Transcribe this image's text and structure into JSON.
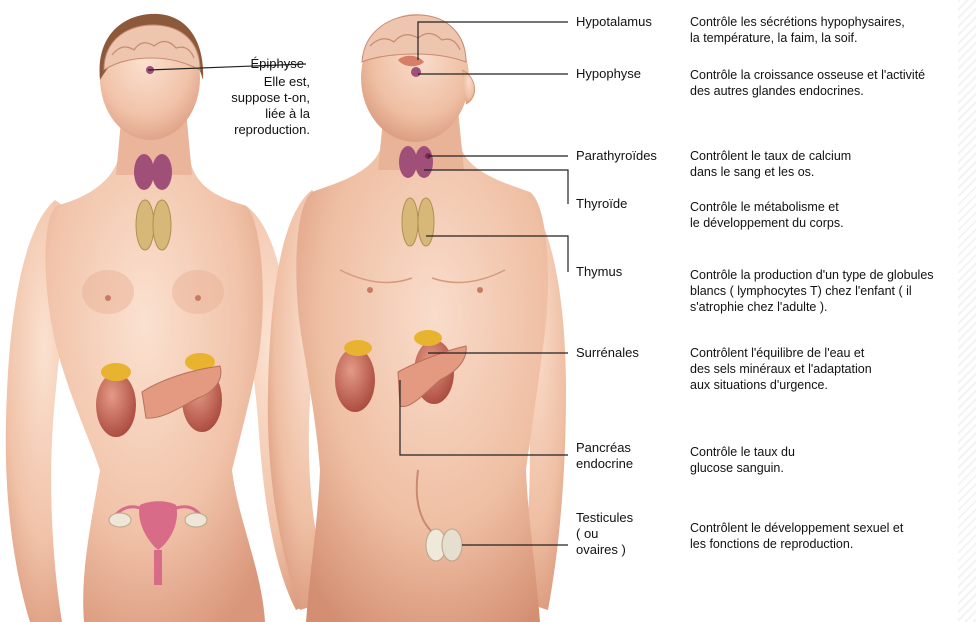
{
  "epiphyse": {
    "name": "Épiphyse",
    "note": "Elle est,\nsuppose t-on,\nliée à la\nreproduction."
  },
  "glands": [
    {
      "name": "Hypotalamus",
      "description": "Contrôle les sécrétions hypophysaires,\nla température, la faim, la soif."
    },
    {
      "name": "Hypophyse",
      "description": "Contrôle la croissance osseuse et l'activité\ndes autres glandes endocrines."
    },
    {
      "name": "Parathyroïdes",
      "description": "Contrôlent le taux de calcium\ndans le sang et les os."
    },
    {
      "name": "Thyroïde",
      "description": "Contrôle le métabolisme et\nle développement du corps."
    },
    {
      "name": "Thymus",
      "description": "Contrôle la production d'un type de globules\nblancs ( lymphocytes T) chez l'enfant ( il\ns'atrophie chez l'adulte )."
    },
    {
      "name": "Surrénales",
      "description": "Contrôlent l'équilibre de l'eau et\ndes sels minéraux et l'adaptation\naux situations d'urgence."
    },
    {
      "name": "Pancréas\nendocrine",
      "description": "Contrôle le taux du\nglucose sanguin."
    },
    {
      "name": "Testicules\n( ou\novaires )",
      "description": "Contrôlent le développement sexuel et\nles fonctions de reproduction."
    }
  ],
  "colors": {
    "skin_light": "#f6d2bc",
    "skin_dark": "#dc9f82",
    "hair": "#7a4c2e",
    "brain": "#ecc0a6",
    "thyroid": "#a04f78",
    "thymus": "#d8b879",
    "kidney": "#c96f5e",
    "adrenal": "#e8b430",
    "pancreas": "#e39a80",
    "leader": "#222222"
  }
}
